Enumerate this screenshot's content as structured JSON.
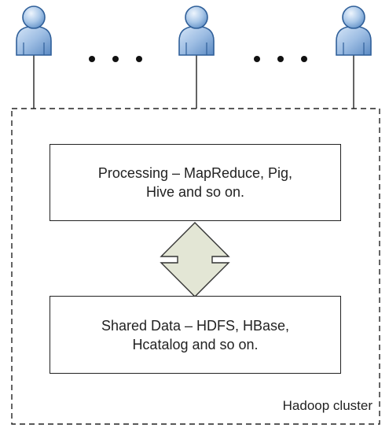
{
  "processing_box": {
    "line1": "Processing – MapReduce, Pig,",
    "line2": "Hive and so on."
  },
  "shared_data_box": {
    "line1": "Shared Data – HDFS, HBase,",
    "line2": "Hcatalog and so on."
  },
  "cluster": {
    "label": "Hadoop cluster"
  },
  "users": {
    "icon": "user-icon",
    "count_shown": 3,
    "between_marker": "ellipsis"
  },
  "colors": {
    "user_fill": "#9fbfe2",
    "user_stroke": "#2f5f99",
    "arrow_fill": "#e3e6d5",
    "arrow_stroke": "#333333",
    "line": "#222222"
  }
}
